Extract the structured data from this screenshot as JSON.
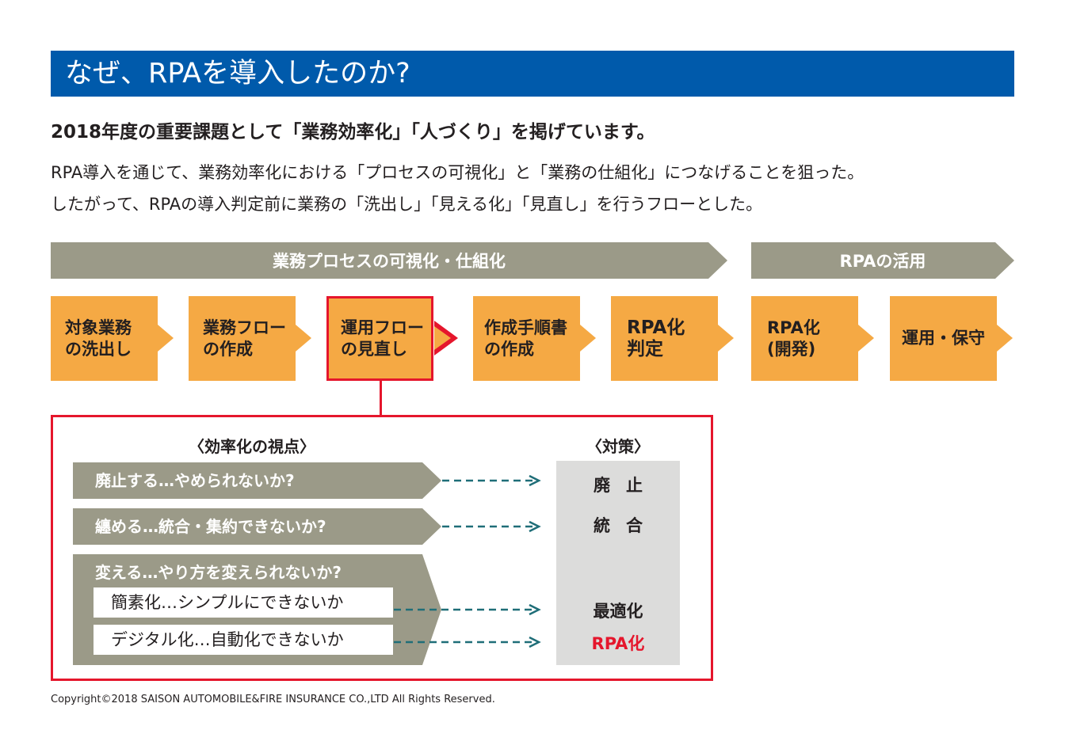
{
  "title": "なぜ、RPAを導入したのか?",
  "headline": "2018年度の重要課題として「業務効率化」「人づくり」を掲げています。",
  "body": [
    "RPA導入を通じて、業務効率化における「プロセスの可視化」と「業務の仕組化」につなげることを狙った。",
    "したがって、RPAの導入判定前に業務の「洗出し」「見える化」「見直し」を行うフローとした。"
  ],
  "phases": [
    "業務プロセスの可視化・仕組化",
    "RPAの活用"
  ],
  "steps": [
    {
      "l1": "対象業務",
      "l2": "の洗出し"
    },
    {
      "l1": "業務フロー",
      "l2": "の作成"
    },
    {
      "l1": "運用フロー",
      "l2": "の見直し"
    },
    {
      "l1": "作成手順書",
      "l2": "の作成"
    },
    {
      "l1": "RPA化",
      "l2": "判定"
    },
    {
      "l1": "RPA化",
      "l2": "(開発)"
    },
    {
      "l1": "運用・保守",
      "l2": ""
    }
  ],
  "detail": {
    "view_header": "〈効率化の視点〉",
    "measure_header": "〈対策〉",
    "views": [
      "廃止する…やめられないか?",
      "纏める…統合・集約できないか?",
      "変える…やり方を変えられないか?"
    ],
    "subviews": [
      "簡素化…シンプルにできないか",
      "デジタル化…自動化できないか"
    ],
    "measures": [
      "廃止",
      "統合",
      "最適化",
      "RPA化"
    ]
  },
  "colors": {
    "title_blue": "#005aab",
    "phase_gray": "#9b9a88",
    "step_orange": "#f5a944",
    "highlight_red": "#e5162c",
    "arrow_teal": "#1f6e78",
    "measure_bg": "#dcdcdb"
  },
  "copyright": "Copyright©2018 SAISON AUTOMOBILE&FIRE INSURANCE CO.,LTD All Rights Reserved."
}
